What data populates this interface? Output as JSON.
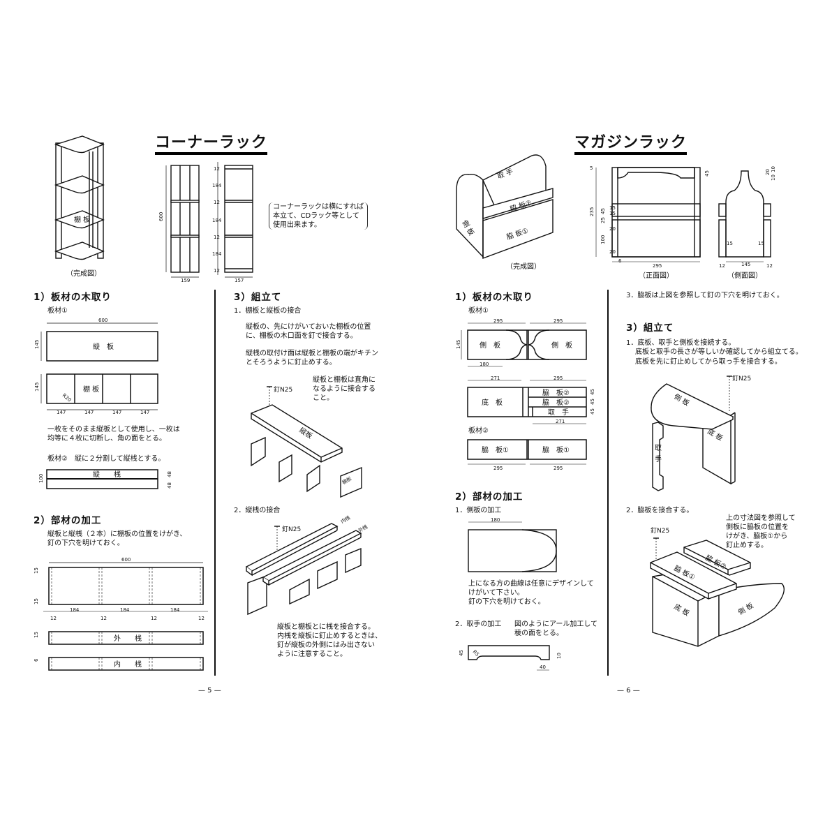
{
  "left_page": {
    "title": "コーナーラック",
    "completed_caption": "（完成図）",
    "completed_label": "棚 板",
    "front_dims": {
      "height": "600",
      "width": "159"
    },
    "side_dims": {
      "t": "12",
      "gap": "184",
      "width": "157"
    },
    "note": [
      "コーナーラックは横にすれば",
      "本立て、CDラック等として",
      "使用出来ます。"
    ],
    "s1": {
      "heading": "1）板材の木取り",
      "board1": "板材①",
      "dim600": "600",
      "dim145": "145",
      "tate_ita": "縦　板",
      "tana_ita": "棚 板",
      "r20": "R20",
      "dim147": "147",
      "text": [
        "一枚をそのまま縦板として使用し、一枚は",
        "均等に４枚に切断し、角の面をとる。"
      ],
      "board2": "板材②　縦に２分割して縦桟とする。",
      "tate_san": "縦　　桟",
      "dim100": "100",
      "dim48": "48"
    },
    "s2": {
      "heading": "2）部材の加工",
      "text": [
        "縦板と縦桟（２本）に棚板の位置をけがき、",
        "釘の下穴を明けておく。"
      ],
      "dim600": "600",
      "dim184": "184",
      "dim12": "12",
      "dim15": "15",
      "dim6": "6",
      "soto_san": "外　　桟",
      "uchi_san": "内　　桟"
    },
    "s3": {
      "heading": "3）組立て",
      "step1": "1．棚板と縦板の接合",
      "p1": [
        "縦板の、先にけがいておいた棚板の位置",
        "に、棚板の木口面を釘で接合する。"
      ],
      "p2": [
        "縦桟の取付け面は縦板と棚板の端がキチン",
        "とそろうように釘止めする。"
      ],
      "p3": [
        "縦板と棚板は直角に",
        "なるように接合する",
        "こと。"
      ],
      "nail": "釘N25",
      "iso_tate": "縦板",
      "iso_tana": "棚板",
      "step2": "2．縦桟の接合",
      "uchi": "内桟",
      "soto": "外桟",
      "p4": [
        "縦板と棚板とに桟を接合する。",
        "内桟を縦板に釘止めするときは、",
        "釘が縦板の外側にはみ出さない",
        "ように注意すること。"
      ]
    },
    "page_number": "— 5 —"
  },
  "right_page": {
    "title": "マガジンラック",
    "completed_caption": "（完成図）",
    "iso_labels": {
      "handle": "取 手",
      "side": "側 板",
      "w2": "脇 板②",
      "w1": "脇 板①"
    },
    "front_caption": "（正面図）",
    "side_caption": "（側面図）",
    "front_dims": [
      "5",
      "235",
      "45",
      "15",
      "15",
      "45",
      "25",
      "20",
      "100",
      "20",
      "6",
      "295"
    ],
    "side_dims": [
      "10",
      "20",
      "10",
      "15",
      "15",
      "145",
      "12",
      "12"
    ],
    "s1": {
      "heading": "1）板材の木取り",
      "board1": "板材①",
      "d295": "295",
      "d145": "145",
      "d180": "180",
      "d271": "271",
      "d45": "45",
      "side": "側　板",
      "bottom": "底　板",
      "w2": "脇　板②",
      "handle": "取　手",
      "board2": "板材②",
      "w1": "脇　板①"
    },
    "s2": {
      "heading": "2）部材の加工",
      "step1": "1．側板の加工",
      "d180": "180",
      "p1": [
        "上になる方の曲線は任意にデザインして",
        "けがいて下さい。",
        "釘の下穴を明けておく。"
      ],
      "step2": "2．取手の加工",
      "p2": [
        "図のようにアール加工して",
        "稜の面をとる。"
      ],
      "d45": "45",
      "r5": "R5",
      "d10": "10",
      "d40": "40"
    },
    "s3": {
      "pre": "3．脇板は上図を参照して釘の下穴を明けておく。",
      "heading": "3）組立て",
      "step1": "1．底板、取手と側板を接続する。",
      "p1": [
        "底板と取手の長さが等しいか確認してから組立てる。",
        "底板を先に釘止めしてから取っ手を接合する。"
      ],
      "nail": "釘N25",
      "side": "側 板",
      "bottom": "底 板",
      "handle_a": "取",
      "handle_b": "手",
      "step2": "2．脇板を接合する。",
      "p2": [
        "上の寸法図を参照して",
        "側板に脇板の位置を",
        "けがき、脇板①から",
        "釘止めする。"
      ],
      "w1": "脇 板①",
      "w2": "脇 板②"
    },
    "page_number": "— 6 —"
  }
}
